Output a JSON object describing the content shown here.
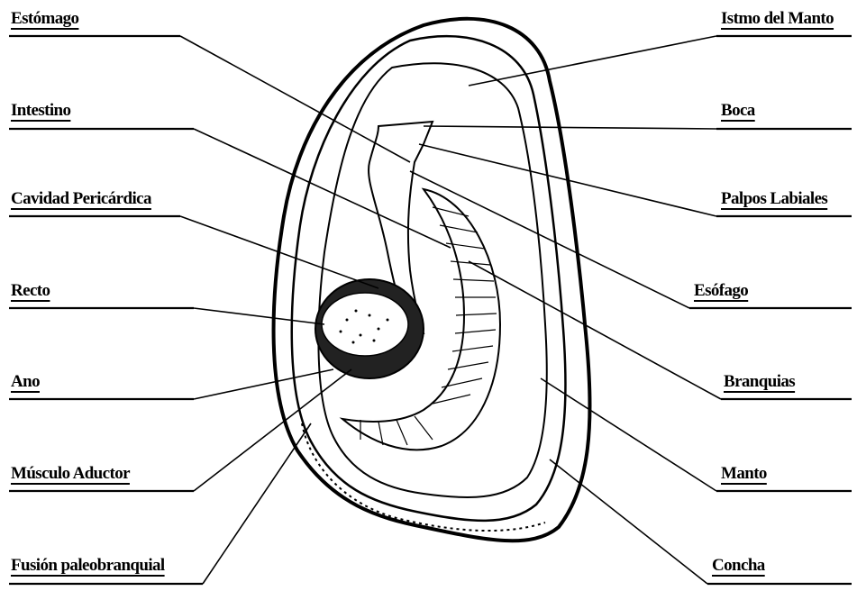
{
  "labels_left": [
    {
      "id": "estomago",
      "text": "Estómago"
    },
    {
      "id": "intestino",
      "text": "Intestino"
    },
    {
      "id": "cavidad",
      "text": "Cavidad Pericárdica"
    },
    {
      "id": "recto",
      "text": "Recto"
    },
    {
      "id": "ano",
      "text": "Ano"
    },
    {
      "id": "musculo",
      "text": "Músculo Aductor"
    },
    {
      "id": "fusion",
      "text": "Fusión paleobranquial"
    }
  ],
  "labels_right": [
    {
      "id": "istmo",
      "text": "Istmo del Manto"
    },
    {
      "id": "boca",
      "text": "Boca"
    },
    {
      "id": "palpos",
      "text": "Palpos Labiales"
    },
    {
      "id": "esofago",
      "text": "Esófago"
    },
    {
      "id": "branquias",
      "text": "Branquias"
    },
    {
      "id": "manto",
      "text": "Manto"
    },
    {
      "id": "concha",
      "text": "Concha"
    }
  ]
}
